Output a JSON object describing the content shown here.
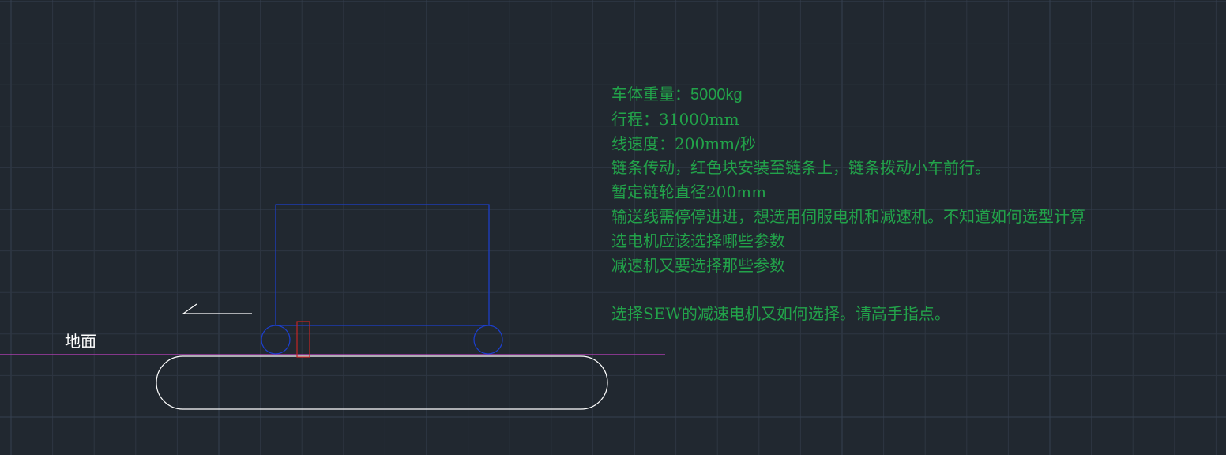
{
  "canvas": {
    "background": "#212830",
    "grid_color": "#2e3642",
    "grid_major_color": "#354050"
  },
  "colors": {
    "cart": "#1c3fcf",
    "chain_block": "#c42424",
    "ground_line": "#c040c0",
    "conveyor": "#ffffff",
    "arrow": "#ffffff",
    "text": "#22a34a",
    "label": "#ffffff"
  },
  "labels": {
    "ground": "地面"
  },
  "notes": [
    "车体重量：5000kg",
    "行程：31000mm",
    "线速度：200mm/秒",
    "链条传动，红色块安装至链条上，链条拨动小车前行。",
    "暂定链轮直径200mm",
    "输送线需停停进进，想选用伺服电机和减速机。不知道如何选型计算",
    "选电机应该选择哪些参数",
    "减速机又要选择那些参数",
    "",
    "选择SEW的减速电机又如何选择。请高手指点。"
  ]
}
